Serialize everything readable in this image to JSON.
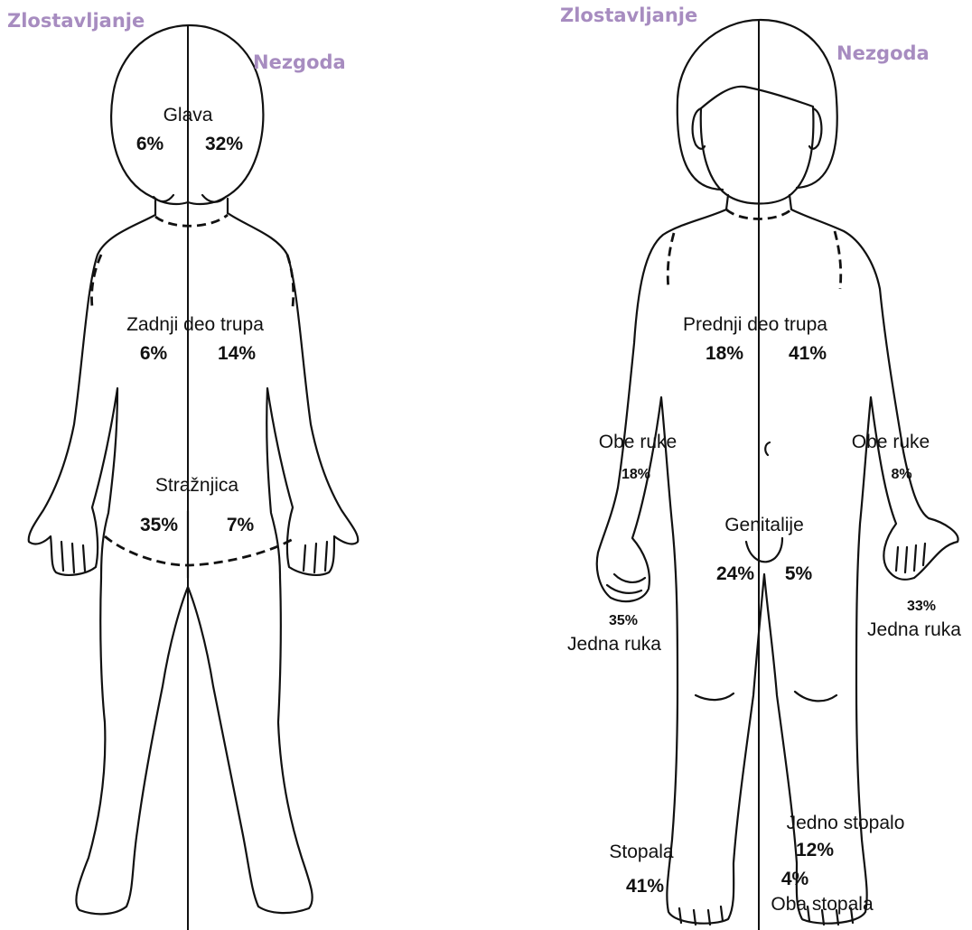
{
  "back_view": {
    "header_left": "Zlostavljanje",
    "header_right": "Nezgoda",
    "head": {
      "label": "Glava",
      "abuse": "6%",
      "accident": "32%"
    },
    "back_trunk": {
      "label": "Zadnji deo trupa",
      "abuse": "6%",
      "accident": "14%"
    },
    "buttocks": {
      "label": "Stražnjica",
      "abuse": "35%",
      "accident": "7%"
    }
  },
  "front_view": {
    "header_left": "Zlostavljanje",
    "header_right": "Nezgoda",
    "front_trunk": {
      "label": "Prednji deo trupa",
      "abuse": "18%",
      "accident": "41%"
    },
    "both_arms_left": {
      "label": "Obe ruke",
      "value": "18%"
    },
    "both_arms_right": {
      "label": "Obe ruke",
      "value": "8%"
    },
    "genitals": {
      "label": "Genitalije",
      "abuse": "24%",
      "accident": "5%"
    },
    "one_arm_left": {
      "label": "Jedna ruka",
      "value": "35%"
    },
    "one_arm_right": {
      "label": "Jedna ruka",
      "value": "33%"
    },
    "feet_left": {
      "label": "Stopala",
      "value": "41%"
    },
    "one_foot": {
      "label": "Jedno stopalo",
      "value": "12%"
    },
    "both_feet": {
      "label": "Oba stopala",
      "value": "4%"
    }
  }
}
